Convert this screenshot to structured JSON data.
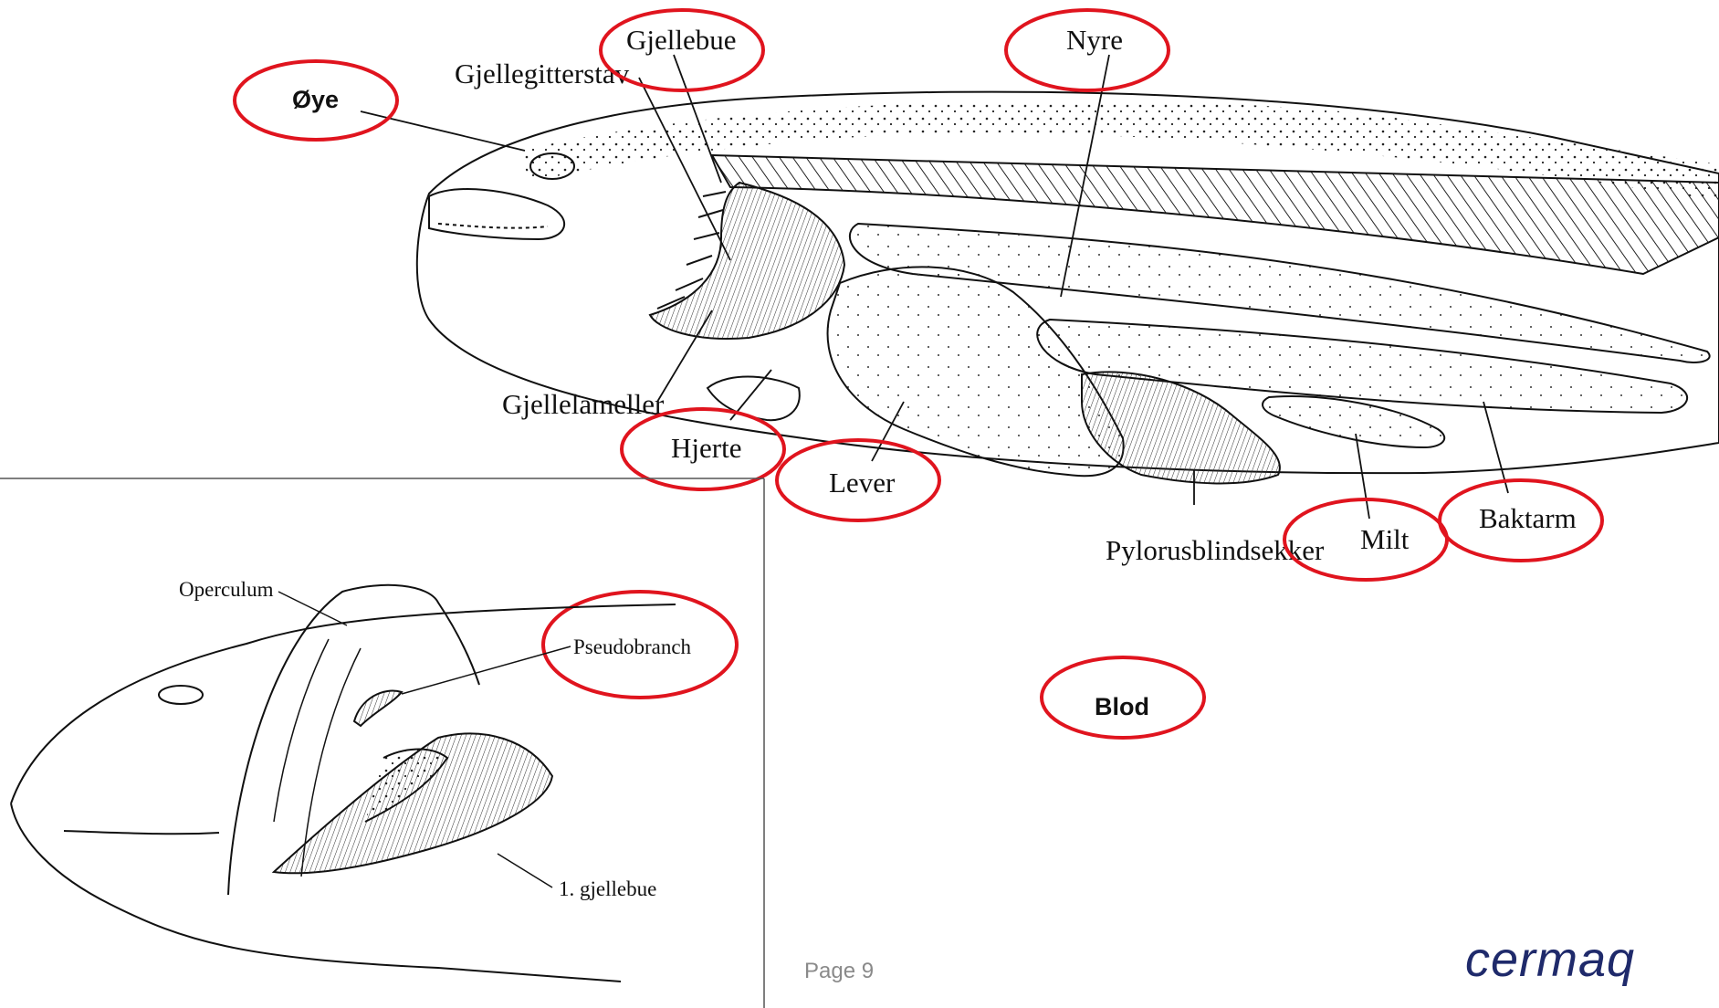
{
  "labels": {
    "oye": "Øye",
    "gjellebue": "Gjellebue",
    "gjellegitterstav": "Gjellegitterstav",
    "nyre": "Nyre",
    "gjellelameller": "Gjellelameller",
    "hjerte": "Hjerte",
    "lever": "Lever",
    "pylorusblindsekker": "Pylorusblindsekker",
    "milt": "Milt",
    "baktarm": "Baktarm",
    "blod": "Blod",
    "operculum": "Operculum",
    "pseudobranch": "Pseudobranch",
    "gjellebue_1": "1. gjellebue"
  },
  "footer": {
    "page": "Page 9",
    "logo": "cermaq"
  },
  "colors": {
    "highlight_ring": "#e0141e",
    "logo": "#1f2a6b"
  }
}
